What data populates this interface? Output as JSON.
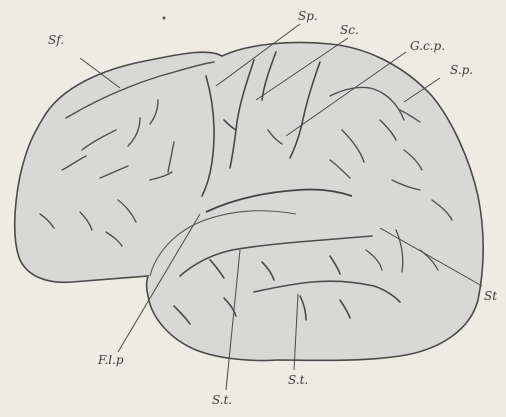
{
  "figure": {
    "background": "#eeebe3",
    "brain_fill": "#d8d8d6",
    "outline_color": "#4a4a4a",
    "sulcus_color": "#505050",
    "labels": {
      "sf": "Sf.",
      "sp_top": "Sp.",
      "sc": "Sc.",
      "gcp": "G.c.p.",
      "sp_right": "S.p.",
      "st_right": "St",
      "flp": "F.l.p",
      "st_bottom_left": "S.t.",
      "st_bottom_right": "S.t."
    }
  }
}
